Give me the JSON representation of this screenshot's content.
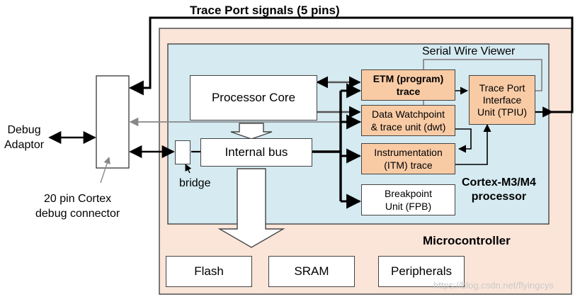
{
  "title": "Trace Port signals (5 pins)",
  "labels": {
    "serial_wire_viewer": "Serial Wire Viewer",
    "debug_adaptor": "Debug\nAdaptor",
    "connector": "20 pin Cortex\ndebug connector",
    "bridge": "bridge",
    "processor": "Cortex-M3/M4\nprocessor",
    "microcontroller": "Microcontroller"
  },
  "blocks": {
    "processor_core": "Processor Core",
    "internal_bus": "Internal bus",
    "etm": "ETM (program)\ntrace",
    "dwt": "Data Watchpoint\n& trace unit (dwt)",
    "itm": "Instrumentation\n(ITM) trace",
    "fpb": "Breakpoint\nUnit (FPB)",
    "tpiu": "Trace Port\nInterface\nUnit (TPIU)",
    "flash": "Flash",
    "sram": "SRAM",
    "peripherals": "Peripherals"
  },
  "watermark": "https://blog.csdn.net/flyingcys",
  "colors": {
    "microcontroller_bg": "#fbe5d9",
    "processor_bg": "#d5eaf1",
    "trace_block_bg": "#f9cba5",
    "line": "#000000",
    "swv_line": "#888888"
  }
}
